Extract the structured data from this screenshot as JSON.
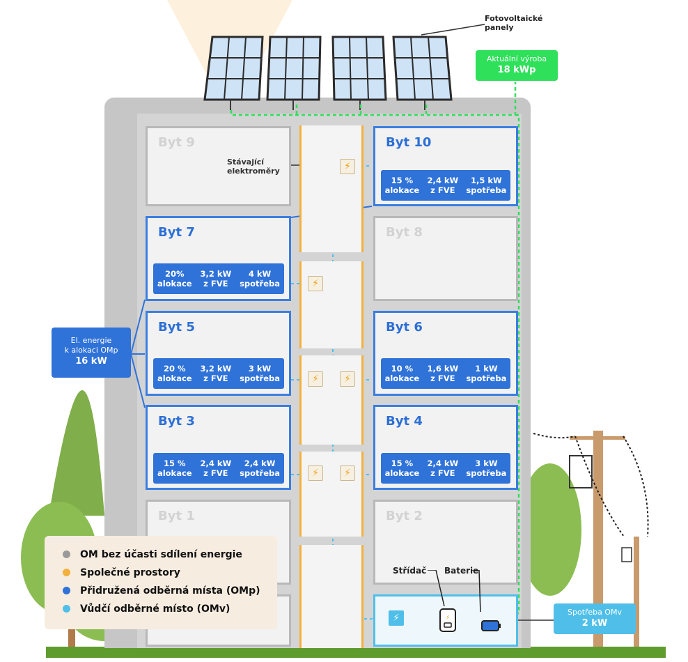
{
  "colors": {
    "blue": "#2f72d8",
    "cyan": "#4fbfe9",
    "green": "#2ee05a",
    "orange": "#f2b13c",
    "gray": "#9a9a9a"
  },
  "panels_label": "Fotovoltaické\npanely",
  "production": {
    "label": "Aktuální výroba",
    "value": "18 kWp"
  },
  "meters_label": "Stávající\nelektroměry",
  "allocation": {
    "label": "El. energie\nk alokaci OMp",
    "value": "16 kW"
  },
  "consumption": {
    "label": "Spotřeba OMv",
    "value": "2 kW"
  },
  "inverter_label": "Střídač",
  "battery_label": "Baterie",
  "apartments": {
    "byt9": {
      "title": "Byt 9"
    },
    "byt10": {
      "title": "Byt 10",
      "alloc": "15 %\nalokace",
      "fve": "2,4 kW\nz FVE",
      "use": "1,5 kW\nspotřeba"
    },
    "byt7": {
      "title": "Byt 7",
      "alloc": "20%\nalokace",
      "fve": "3,2 kW\nz FVE",
      "use": "4 kW\nspotřeba"
    },
    "byt8": {
      "title": "Byt 8"
    },
    "byt5": {
      "title": "Byt 5",
      "alloc": "20 %\nalokace",
      "fve": "3,2 kW\nz FVE",
      "use": "3 kW\nspotřeba"
    },
    "byt6": {
      "title": "Byt 6",
      "alloc": "10 %\nalokace",
      "fve": "1,6 kW\nz FVE",
      "use": "1 kW\nspotřeba"
    },
    "byt3": {
      "title": "Byt 3",
      "alloc": "15 %\nalokace",
      "fve": "2,4 kW\nz FVE",
      "use": "2,4 kW\nspotřeba"
    },
    "byt4": {
      "title": "Byt 4",
      "alloc": "15 %\nalokace",
      "fve": "2,4 kW\nz FVE",
      "use": "3 kW\nspotřeba"
    },
    "byt1": {
      "title": "Byt 1"
    },
    "byt2": {
      "title": "Byt 2"
    }
  },
  "legend": [
    {
      "label": "OM bez účasti sdílení energie",
      "color": "#9a9a9a"
    },
    {
      "label": "Společné prostory",
      "color": "#f2b13c"
    },
    {
      "label": "Přidružená odběrná místa (OMp)",
      "color": "#2f72d8"
    },
    {
      "label": "Vůdčí odběrné místo (OMv)",
      "color": "#4fbfe9"
    }
  ]
}
